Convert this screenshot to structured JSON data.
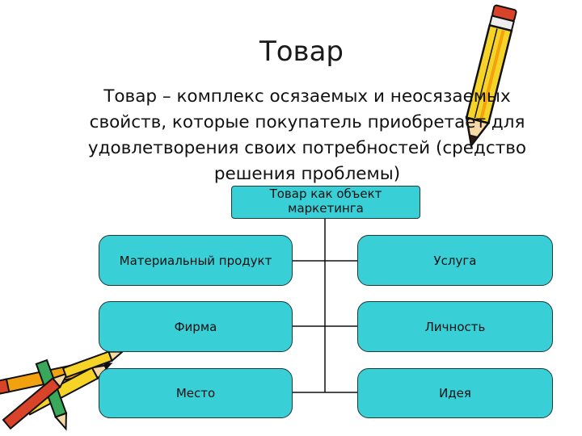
{
  "title": "Товар",
  "definition": {
    "term": "Товар",
    "rest": " – комплекс осязаемых и неосязаемых свойств, которые покупатель приобретает для удовлетворения своих потребностей (средство решения проблемы)"
  },
  "diagram": {
    "root": "Товар как объект маркетинга",
    "left": [
      "Материальный продукт",
      "Фирма",
      "Место"
    ],
    "right": [
      "Услуга",
      "Личность",
      "Идея"
    ]
  },
  "colors": {
    "box_fill": "#39cfd6",
    "pencil_yellow": "#f5d327",
    "pencil_orange": "#f2a20f",
    "pencil_red": "#d8432a",
    "pencil_green": "#3aa85a"
  },
  "icons": [
    "pencil-icon",
    "pencils-bundle-icon"
  ]
}
